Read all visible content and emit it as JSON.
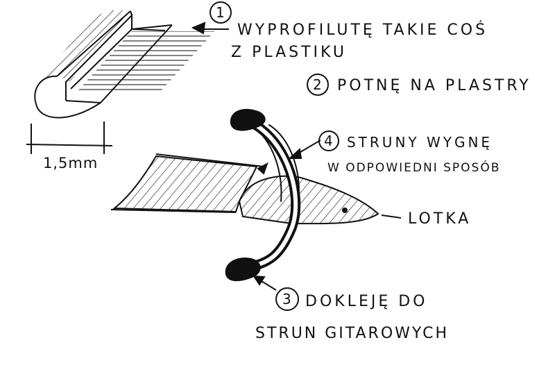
{
  "steps": [
    {
      "number": "1",
      "lines": [
        "WYPROFILUTĘ TAKIE COŚ",
        "Z PLASTIKU"
      ]
    },
    {
      "number": "2",
      "lines": [
        "POTNĘ NA PLASTRY"
      ]
    },
    {
      "number": "4",
      "lines": [
        "STRUNY WYGNĘ",
        "W ODPOWIEDNI SPOSÓB"
      ]
    },
    {
      "number": "3",
      "lines": [
        "DOKLEJĘ DO",
        "STRUN GITAROWYCH"
      ]
    }
  ],
  "dimension_label": "1,5mm",
  "part_label": "LOTKA"
}
